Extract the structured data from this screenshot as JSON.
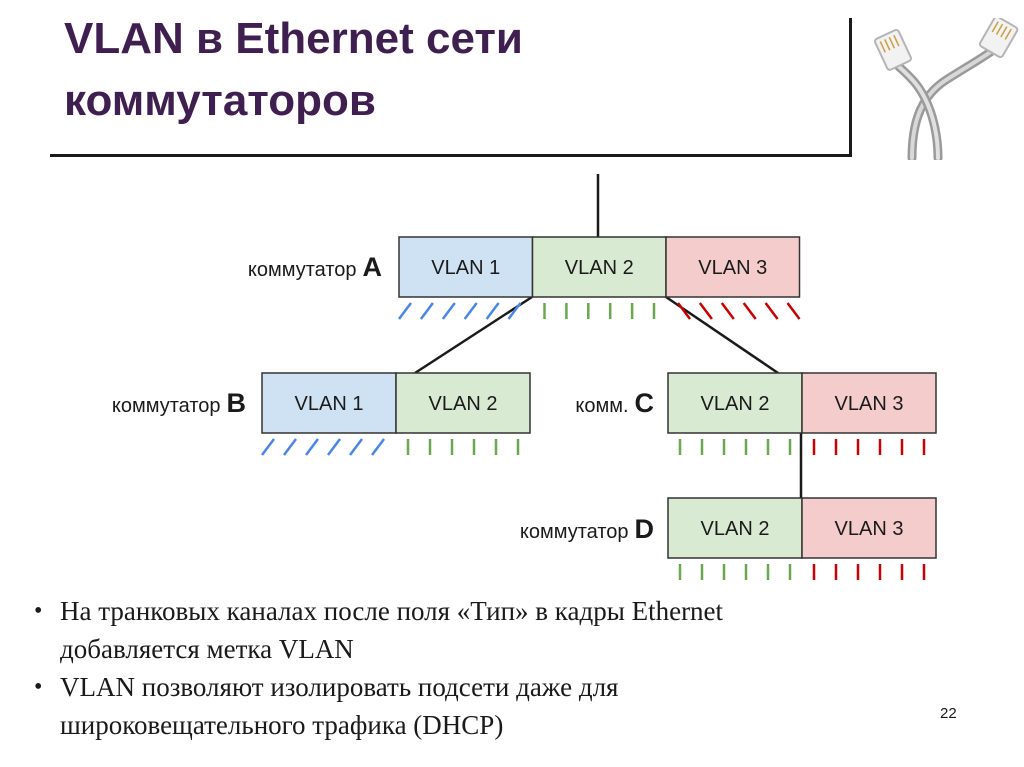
{
  "slide": {
    "title_lines": [
      "VLAN в Ethernet сети",
      "коммутаторов"
    ],
    "page_number": "22"
  },
  "colors": {
    "title": "#3f1f4f",
    "vlan1_fill": "#cfe2f3",
    "vlan2_fill": "#d9ead3",
    "vlan3_fill": "#f4cccc",
    "vlan1_port": "#4a86e8",
    "vlan2_port": "#6aa84f",
    "vlan3_port": "#cc0000",
    "trunk": "#1a1a1a"
  },
  "diagram": {
    "switches": [
      {
        "id": "A",
        "label": "коммутатор",
        "letter": "A",
        "segments": [
          {
            "label": "VLAN 1",
            "vlan": "vlan1"
          },
          {
            "label": "VLAN 2",
            "vlan": "vlan2"
          },
          {
            "label": "VLAN 3",
            "vlan": "vlan3"
          }
        ]
      },
      {
        "id": "B",
        "label": "коммутатор",
        "letter": "B",
        "segments": [
          {
            "label": "VLAN 1",
            "vlan": "vlan1"
          },
          {
            "label": "VLAN 2",
            "vlan": "vlan2"
          }
        ]
      },
      {
        "id": "C",
        "label": "комм.",
        "letter": "C",
        "segments": [
          {
            "label": "VLAN 2",
            "vlan": "vlan2"
          },
          {
            "label": "VLAN 3",
            "vlan": "vlan3"
          }
        ]
      },
      {
        "id": "D",
        "label": "коммутатор",
        "letter": "D",
        "segments": [
          {
            "label": "VLAN 2",
            "vlan": "vlan2"
          },
          {
            "label": "VLAN 3",
            "vlan": "vlan3"
          }
        ]
      }
    ],
    "links": [
      {
        "from": "uplink",
        "to": "A"
      },
      {
        "from": "A",
        "to": "B"
      },
      {
        "from": "A",
        "to": "C"
      },
      {
        "from": "C",
        "to": "D"
      }
    ]
  },
  "bullets": [
    {
      "line1": "На транковых каналах после поля «Тип» в кадры Ethernet",
      "line2": "добавляется метка VLAN"
    },
    {
      "line1": "VLAN позволяют изолировать подсети даже для",
      "line2": "широковещательного трафика (DHCP)"
    }
  ]
}
